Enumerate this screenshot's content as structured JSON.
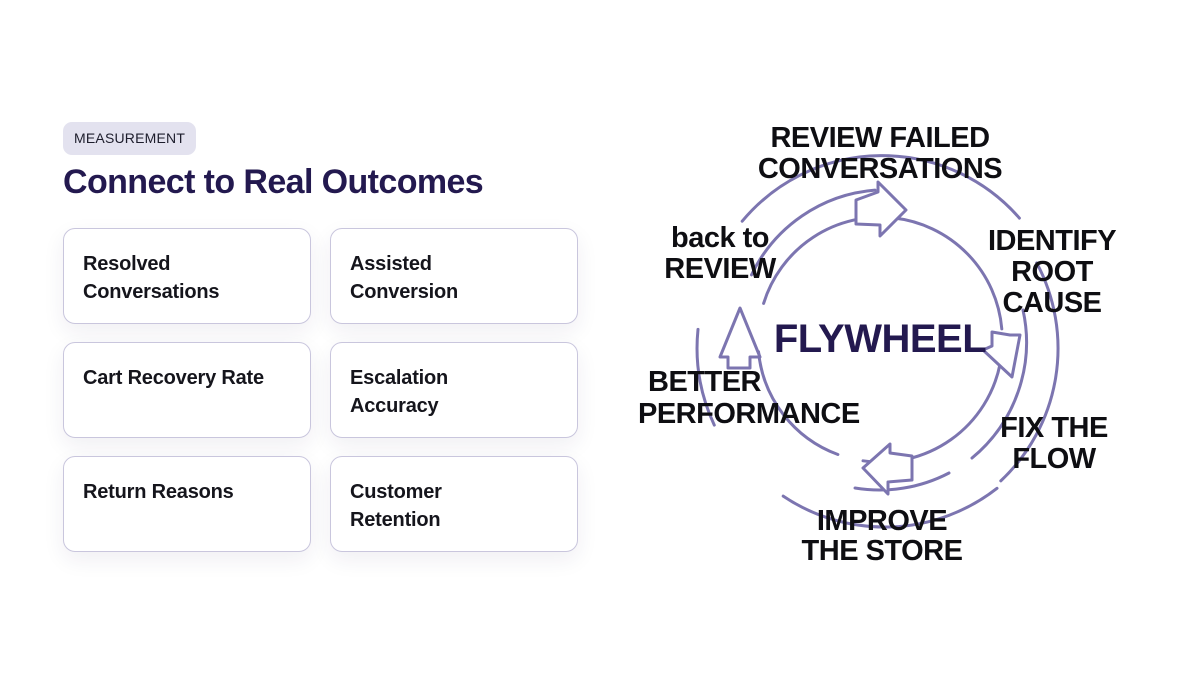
{
  "left_panel": {
    "tag": "MEASUREMENT",
    "title": "Connect to Real Outcomes",
    "cards": [
      {
        "label": "Resolved\nConversations"
      },
      {
        "label": "Assisted\nConversion"
      },
      {
        "label": "Cart Recovery Rate"
      },
      {
        "label": "Escalation\nAccuracy"
      },
      {
        "label": "Return Reasons"
      },
      {
        "label": "Customer\nRetention"
      }
    ]
  },
  "flywheel": {
    "center": "FLYWHEEL",
    "steps": {
      "review_failed": [
        "REVIEW FAILED",
        "CONVERSATIONS"
      ],
      "identify_root_cause": [
        "IDENTIFY",
        "ROOT",
        "CAUSE"
      ],
      "fix_the_flow": [
        "FIX THE",
        "FLOW"
      ],
      "improve_the_store": [
        "IMPROVE",
        "THE STORE"
      ],
      "better_performance": [
        "BETTER",
        "PERFORMANCE"
      ],
      "back_to_review": [
        "back to",
        "REVIEW"
      ]
    },
    "colors": {
      "ring": "#7c75b0",
      "center_text": "#23194f",
      "step_text": "#0e0e12"
    }
  }
}
